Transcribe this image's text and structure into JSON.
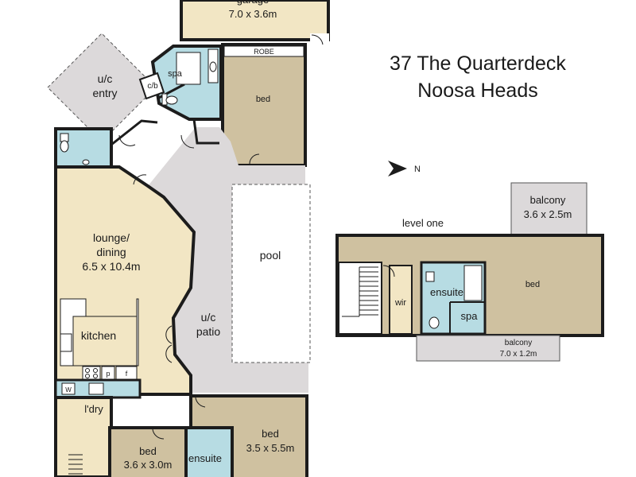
{
  "address": {
    "line1": "37 The Quarterdeck",
    "line2": "Noosa Heads"
  },
  "compass": {
    "label": "N"
  },
  "colors": {
    "wall": "#1c1c1c",
    "bedroom": "#cfc1a0",
    "living": "#f2e6c4",
    "wet": "#b7dce3",
    "outdoor": "#dcd9da",
    "white": "#ffffff"
  },
  "ground_floor": {
    "garage": {
      "name": "garage",
      "size": "7.0 x 3.6m"
    },
    "entry": {
      "name": "u/c",
      "name2": "entry"
    },
    "spa": {
      "name": "spa"
    },
    "cupboard": {
      "name": "c/b"
    },
    "robe": {
      "name": "ROBE"
    },
    "bed_main": {
      "name": "bed"
    },
    "lounge": {
      "name": "lounge/",
      "name2": "dining",
      "size": "6.5 x 10.4m"
    },
    "kitchen": {
      "name": "kitchen"
    },
    "pool": {
      "name": "pool"
    },
    "patio": {
      "name": "u/c",
      "name2": "patio"
    },
    "laundry": {
      "name": "l'dry",
      "washer": "W"
    },
    "appliances": {
      "pantry": "p",
      "fridge": "f"
    },
    "bed_2": {
      "name": "bed",
      "size": "3.6 x 3.0m"
    },
    "ensuite": {
      "name": "ensuite"
    },
    "bed_3": {
      "name": "bed",
      "size": "3.5 x 5.5m"
    }
  },
  "level_one": {
    "label": "level one",
    "balcony_top": {
      "name": "balcony",
      "size": "3.6 x 2.5m"
    },
    "wir": {
      "name": "wir"
    },
    "ensuite": {
      "name": "ensuite"
    },
    "spa": {
      "name": "spa"
    },
    "bed": {
      "name": "bed"
    },
    "balcony_bottom": {
      "name": "balcony",
      "size": "7.0 x 1.2m"
    }
  }
}
